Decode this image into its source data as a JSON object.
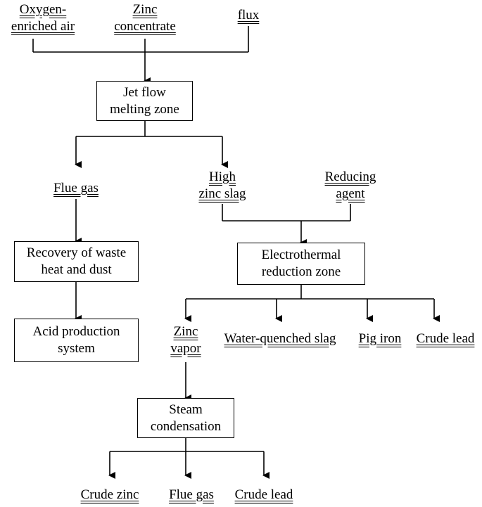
{
  "inputs": {
    "oxygen": [
      "Oxygen-",
      "enriched air"
    ],
    "zinc_concentrate": [
      "Zinc",
      "concentrate"
    ],
    "flux": [
      "flux"
    ]
  },
  "boxes": {
    "jet_flow": [
      "Jet flow",
      "melting zone"
    ],
    "recovery": [
      "Recovery of waste",
      "heat  and dust"
    ],
    "acid": [
      "Acid production",
      "system"
    ],
    "electrothermal": [
      "Electrothermal",
      "reduction zone"
    ],
    "steam": [
      "Steam",
      "condensation"
    ]
  },
  "labels": {
    "flue_gas_1": [
      "Flue gas"
    ],
    "high_zinc_slag": [
      "High",
      "zinc slag"
    ],
    "reducing_agent": [
      "Reducing",
      "agent"
    ],
    "zinc_vapor": [
      "Zinc",
      "vapor"
    ],
    "water_quenched_slag": [
      "Water-quenched slag"
    ],
    "pig_iron": [
      "Pig iron"
    ],
    "crude_lead_1": [
      "Crude lead"
    ],
    "crude_zinc": [
      "Crude zinc"
    ],
    "flue_gas_2": [
      "Flue gas"
    ],
    "crude_lead_2": [
      "Crude lead"
    ]
  }
}
